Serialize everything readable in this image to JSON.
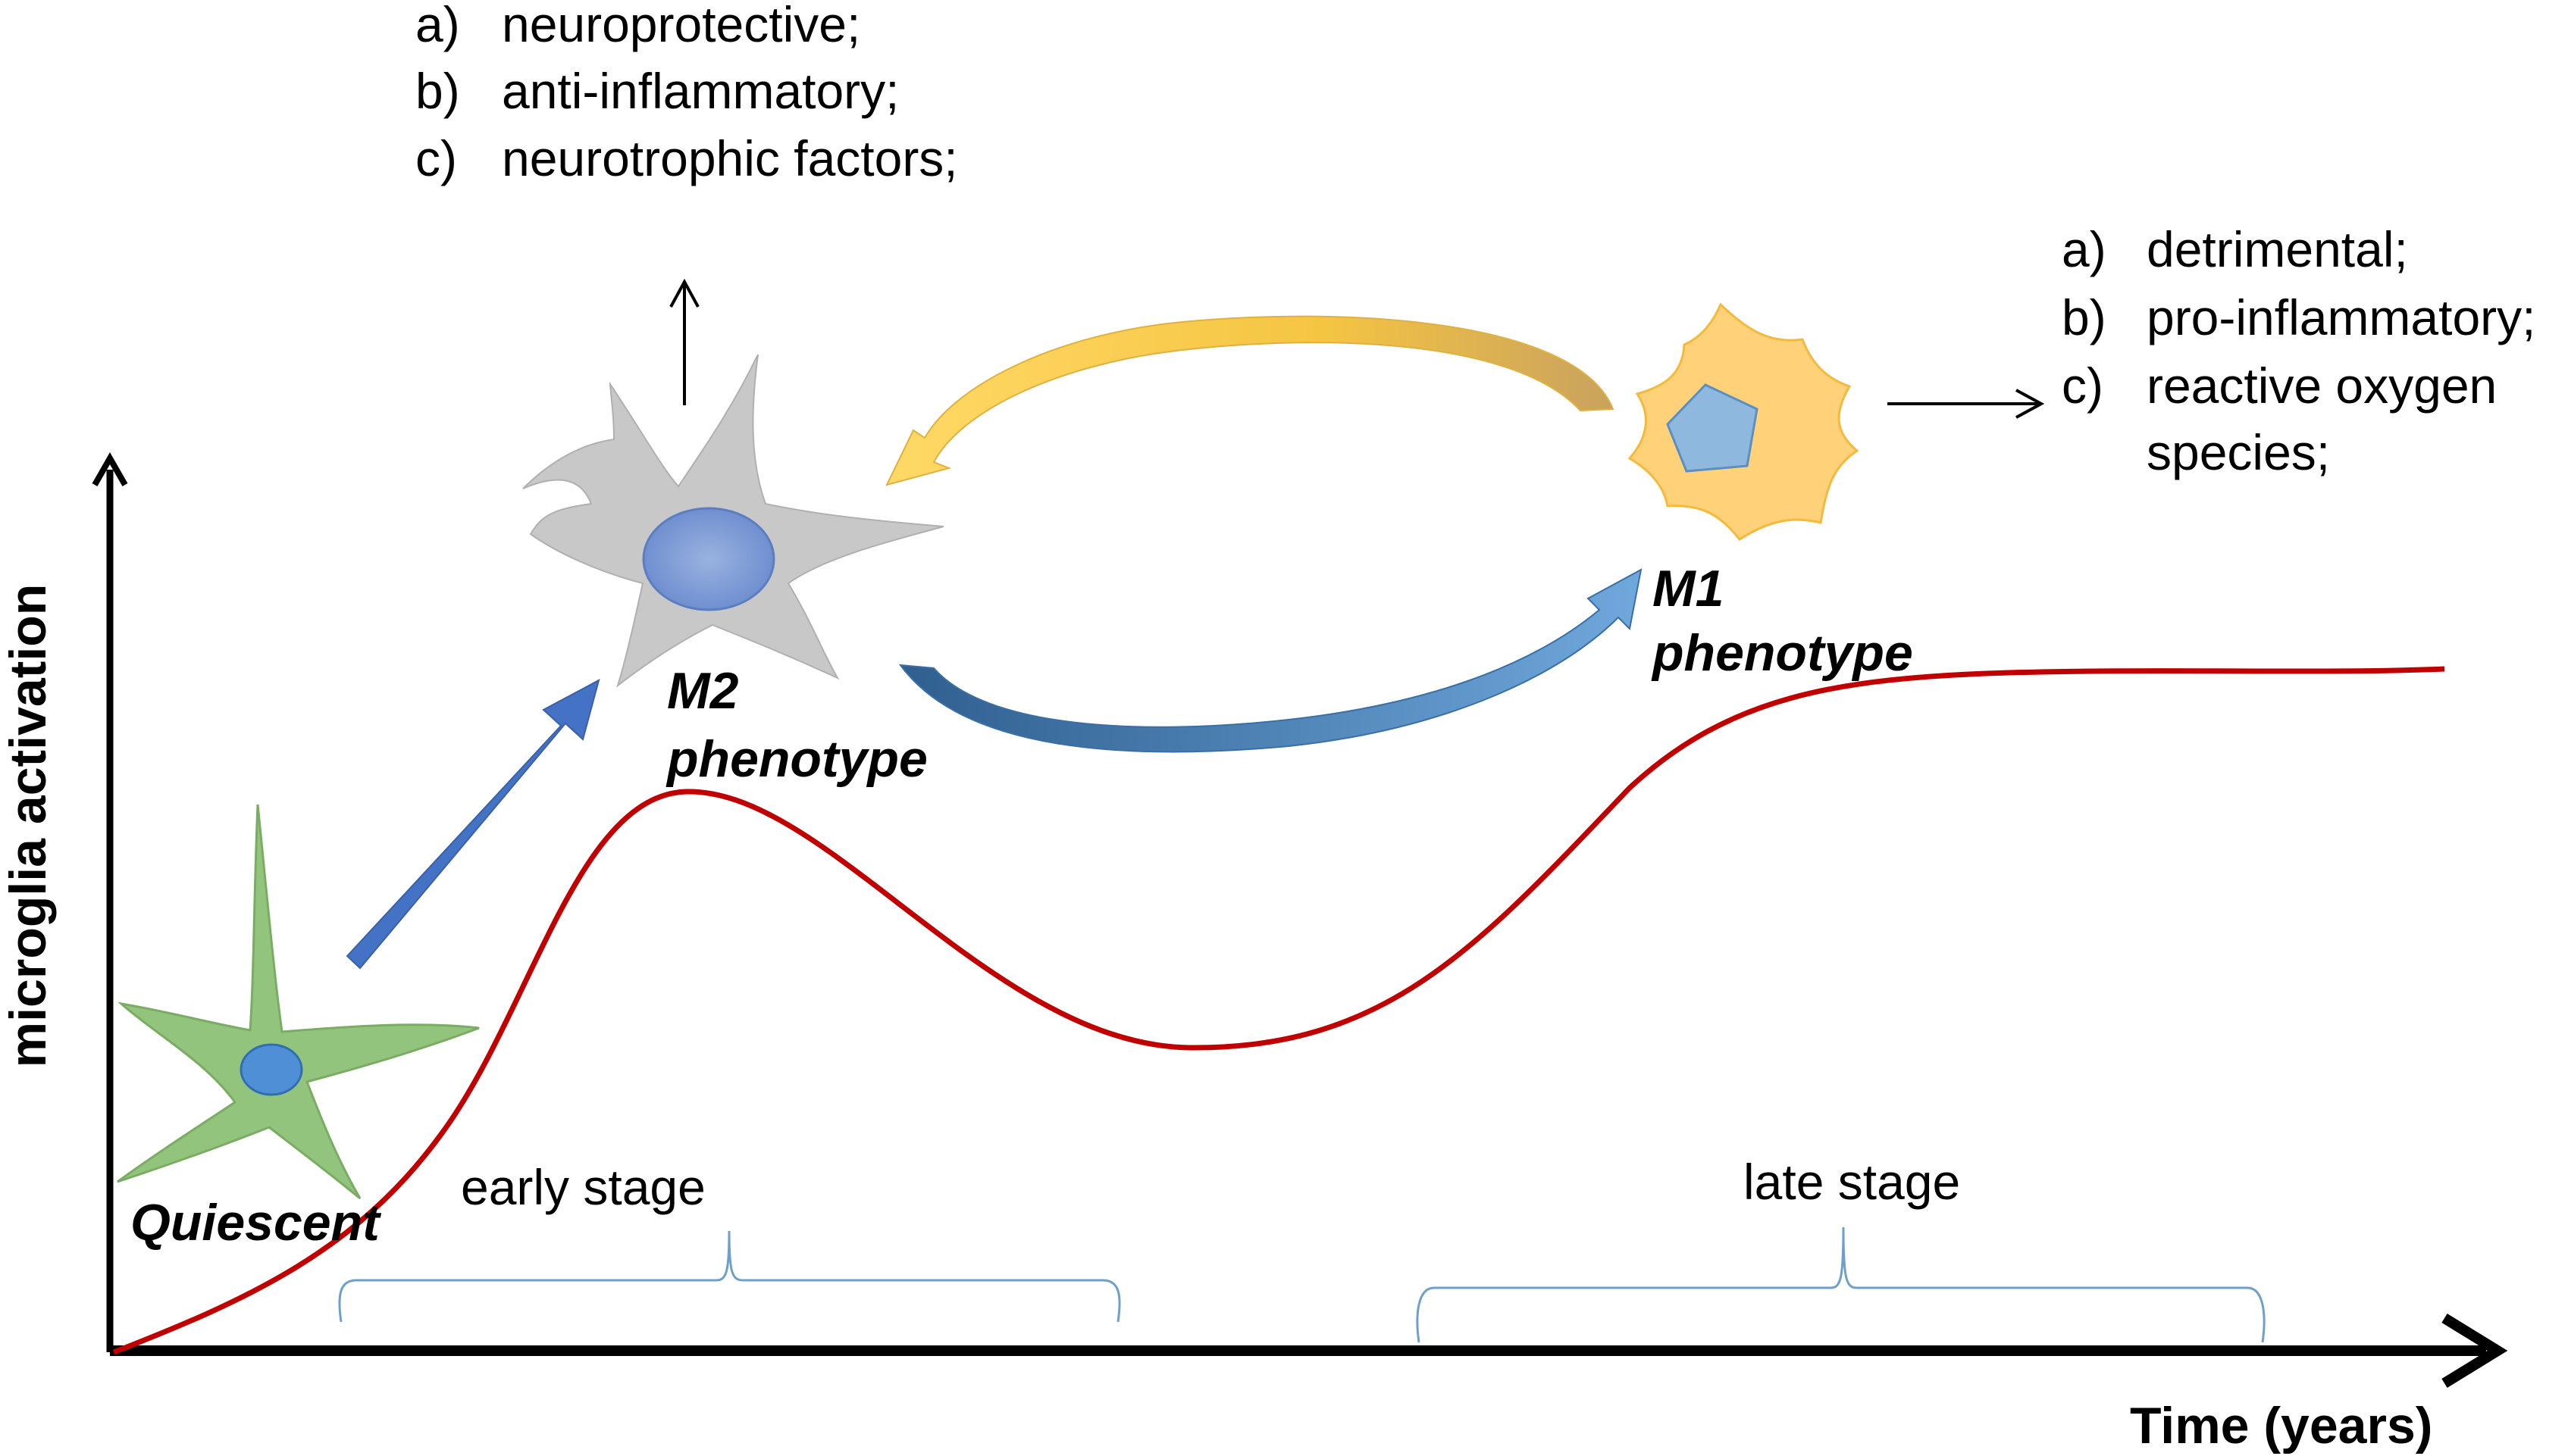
{
  "axes": {
    "y_label": "microglia activation",
    "x_label": "Time (years)"
  },
  "cells": {
    "quiescent": {
      "label": "Quiescent",
      "color": "#93c47d"
    },
    "m2": {
      "label_line1": "M2",
      "label_line2": "phenotype",
      "color": "#c8c8c8"
    },
    "m1": {
      "label_line1": "M1",
      "label_line2": "phenotype",
      "color": "#ffd27a"
    }
  },
  "m2_effects": [
    {
      "marker": "a)",
      "text": "neuroprotective;"
    },
    {
      "marker": "b)",
      "text": "anti-inflammatory;"
    },
    {
      "marker": "c)",
      "text": "neurotrophic factors;"
    }
  ],
  "m1_effects": [
    {
      "marker": "a)",
      "text": "detrimental;"
    },
    {
      "marker": "b)",
      "text": "pro-inflammatory;"
    },
    {
      "marker": "c)",
      "text": "reactive oxygen"
    },
    {
      "marker": "",
      "text": "species;"
    }
  ],
  "stages": {
    "early": "early stage",
    "late": "late stage"
  },
  "colors": {
    "curve": "#c00000",
    "brace": "#6fa0cc",
    "arrow_quiescent_to_m2": "#4472c4",
    "arrow_m2_to_m1": "#3a6fa6",
    "arrow_m1_to_m2": "#f2c14e"
  }
}
